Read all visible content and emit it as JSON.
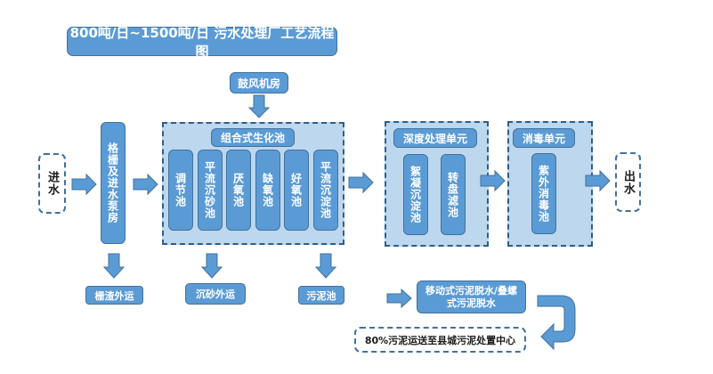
{
  "title": "800吨/日~1500吨/日 污水处理厂工艺流程图",
  "colors": {
    "box_fill": "#5b9bd5",
    "box_border": "#41719c",
    "container_fill": "#bdd7ee",
    "dashed_border": "#2e5f8a",
    "arrow_fill": "#5b9bd5",
    "text_light": "#ffffff",
    "text_dark": "#1a1a1a"
  },
  "inlet": {
    "label": "进水"
  },
  "outlet": {
    "label": "出水"
  },
  "screen_pump_house": {
    "label": "格栅及进水泵房"
  },
  "blower_room": {
    "label": "鼓风机房"
  },
  "bio_tank": {
    "label": "组合式生化池",
    "stages": [
      {
        "label": "调节池"
      },
      {
        "label": "平流沉砂池"
      },
      {
        "label": "厌氧池"
      },
      {
        "label": "缺氧池"
      },
      {
        "label": "好氧池"
      },
      {
        "label": "平流沉淀池"
      }
    ]
  },
  "advanced_treatment": {
    "label": "深度处理单元",
    "stages": [
      {
        "label": "絮凝沉淀池"
      },
      {
        "label": "转盘滤池"
      }
    ]
  },
  "disinfection": {
    "label": "消毒单元",
    "stages": [
      {
        "label": "紫外消毒池"
      }
    ]
  },
  "byproducts": {
    "screenings": "栅渣外运",
    "grit": "沉砂外运",
    "sludge_tank": "污泥池",
    "dewatering": "移动式污泥脱水/叠螺式污泥脱水",
    "disposal": "80%污泥运送至县城污泥处置中心"
  }
}
